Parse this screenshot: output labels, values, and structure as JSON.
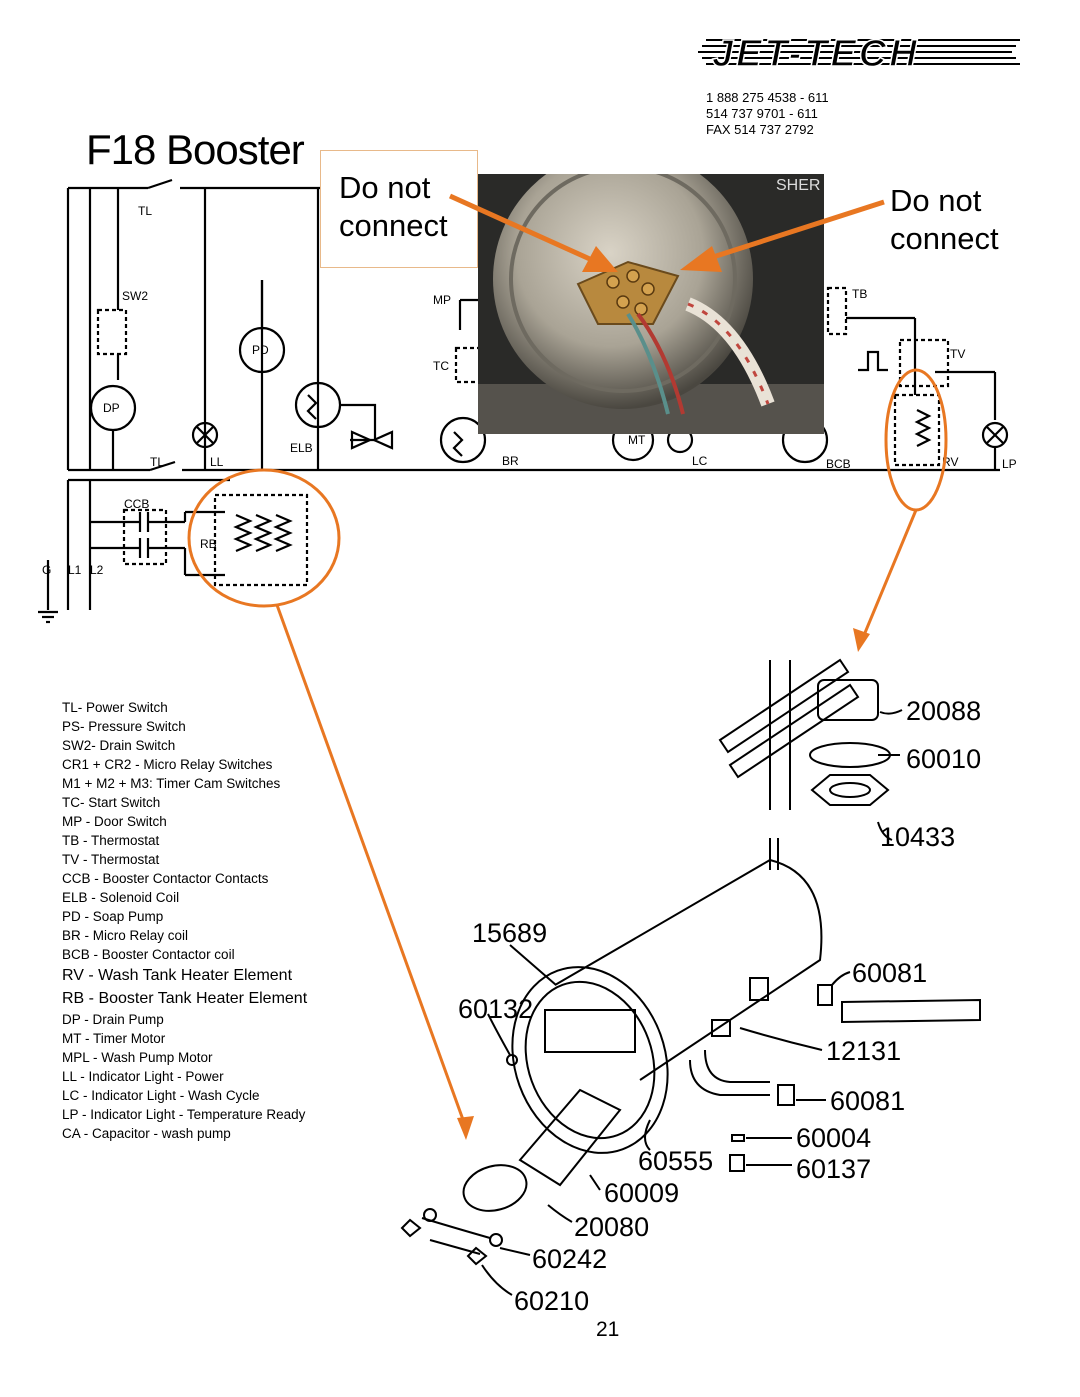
{
  "logo_text": "JET-TECH",
  "contact": {
    "phone1": "1 888 275 4538 - 611",
    "phone2": "514 737 9701 - 611",
    "fax": "FAX 514 737 2792"
  },
  "title": "F18 Booster",
  "callouts": {
    "left": [
      "Do not",
      "connect"
    ],
    "right": [
      "Do not",
      "connect"
    ]
  },
  "schematic_labels": {
    "tl_top": "TL",
    "sw2": "SW2",
    "pd": "PD",
    "dp": "DP",
    "tl_bottom": "TL",
    "ll": "LL",
    "elb": "ELB",
    "ccb": "CCB",
    "rb": "RB",
    "g": "G",
    "l1": "L1",
    "l2": "L2",
    "mp": "MP",
    "tc": "TC",
    "br": "BR",
    "mt": "MT",
    "lc": "LC",
    "bcb": "BCB",
    "tb": "TB",
    "tv": "TV",
    "rv": "RV",
    "lp": "LP",
    "sher": "SHER"
  },
  "legend": [
    "TL- Power Switch",
    "PS- Pressure Switch",
    "SW2- Drain Switch",
    "CR1 + CR2 - Micro Relay Switches",
    "M1 + M2 + M3: Timer Cam Switches",
    "TC- Start Switch",
    "MP - Door Switch",
    "TB - Thermostat",
    "TV - Thermostat",
    "CCB - Booster Contactor Contacts",
    "ELB - Solenoid Coil",
    "PD - Soap Pump",
    "BR - Micro Relay coil",
    "BCB - Booster Contactor coil"
  ],
  "legend_emphasis": [
    "RV - Wash Tank Heater Element",
    "RB - Booster Tank Heater Element"
  ],
  "legend_tail": [
    "DP - Drain Pump",
    "MT - Timer Motor",
    "MPL - Wash Pump Motor",
    "LL - Indicator Light - Power",
    "LC - Indicator Light - Wash Cycle",
    "LP - Indicator Light - Temperature Ready",
    "CA - Capacitor - wash pump"
  ],
  "part_numbers": {
    "p20088": "20088",
    "p60010": "60010",
    "p10433": "10433",
    "p15689": "15689",
    "p60081a": "60081",
    "p60132": "60132",
    "p12131": "12131",
    "p60081b": "60081",
    "p60004": "60004",
    "p60555": "60555",
    "p60137": "60137",
    "p60009": "60009",
    "p20080": "20080",
    "p60242": "60242",
    "p60210": "60210"
  },
  "page_number": "21",
  "colors": {
    "accent": "#E87722",
    "ink": "#000000",
    "dashed": "#8a8a8a"
  }
}
